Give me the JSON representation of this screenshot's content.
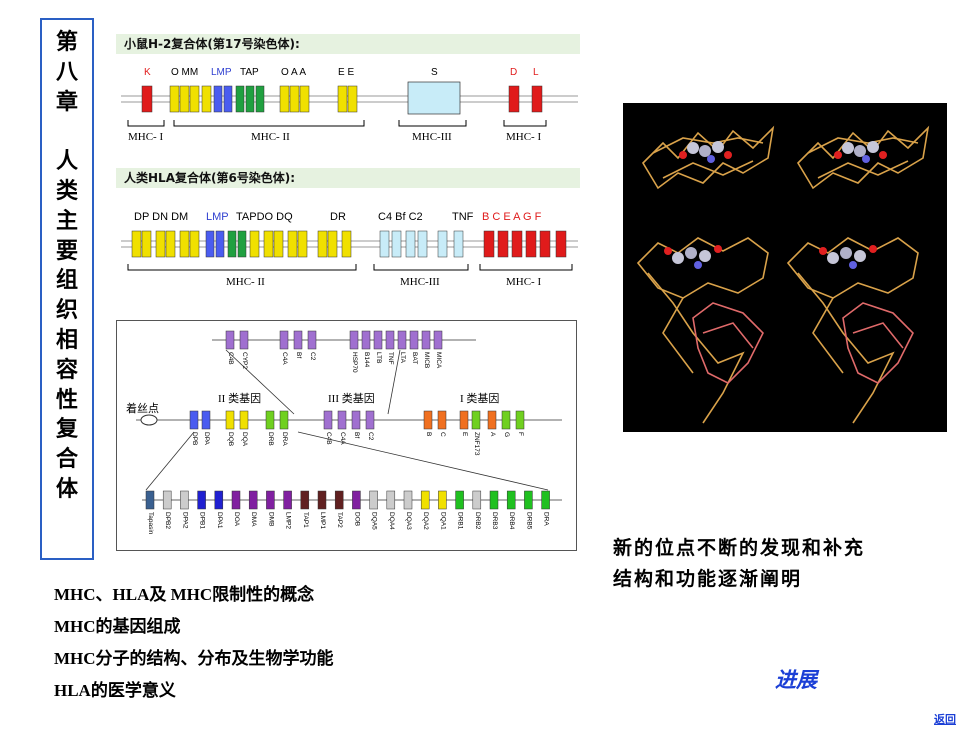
{
  "chapter": {
    "vertical_title": [
      "第",
      "八",
      "章",
      "",
      "人",
      "类",
      "主",
      "要",
      "组",
      "织",
      "相",
      "容",
      "性",
      "复",
      "合",
      "体"
    ]
  },
  "menu": {
    "items": [
      "MHC、HLA及 MHC限制性的概念",
      "MHC的基因组成",
      "MHC分子的结构、分布及生物学功能",
      "HLA的医学意义"
    ]
  },
  "notes": {
    "line1": "新的位点不断的发现和补充",
    "line2": "结构和功能逐渐阐明"
  },
  "links": {
    "progress": "进展",
    "back": "返回"
  },
  "diagram": {
    "mouse_header": "小鼠H-2复合体(第17号染色体):",
    "mouse_top_labels": [
      "K",
      "O MM LMP TAP",
      "O A A",
      "E E",
      "S",
      "D L"
    ],
    "mouse_groups": [
      "MHC- I",
      "MHC- II",
      "MHC-III",
      "MHC- I"
    ],
    "human_header": "人类HLA复合体(第6号染色体):",
    "human_top_labels": [
      "DP DN DM",
      "LMP",
      "TAPDO DQ",
      "DR",
      "C4  Bf C2",
      "TNF",
      "B C E A G F"
    ],
    "human_groups": [
      "MHC- II",
      "MHC-III",
      "MHC- I"
    ],
    "box_row1_genes": [
      "C4B",
      "CYP2",
      "C4A",
      "Bf",
      "C2",
      "HSP70",
      "B144",
      "LTB",
      "TNF",
      "LTA",
      "BAT",
      "MICB",
      "MICA"
    ],
    "box_class_labels": [
      "II 类基因",
      "III 类基因",
      "I 类基因"
    ],
    "centromere_label": "着丝点",
    "box_row2_genes": [
      "DPB",
      "DPA",
      "DQB",
      "DQA",
      "DRB",
      "DRA",
      "C4B",
      "C4A",
      "Bf",
      "C2",
      "B",
      "C",
      "E",
      "ZNF173",
      "A",
      "G",
      "F"
    ],
    "box_row3_genes": [
      "Tapasin",
      "DPB2",
      "DPA2",
      "DPB1",
      "DPA1",
      "DOA",
      "DMA",
      "DMB",
      "LMP2",
      "TAP1",
      "LMP1",
      "TAP2",
      "DOB",
      "DQA5",
      "DQA4",
      "DQA3",
      "DQA2",
      "DQA1",
      "DRB1",
      "DRB2",
      "DRB3",
      "DRB4",
      "DRB5",
      "DRA"
    ]
  },
  "colors": {
    "accent_blue": "#1b3fd6",
    "box_border": "#2a5fc4",
    "gene_red": "#e01b1b",
    "gene_yellow": "#f0e000",
    "gene_blue": "#4a5cf0",
    "gene_green": "#20a040",
    "gene_purple": "#a070d0",
    "gene_orange": "#f07020",
    "gene_lightgreen": "#70d020",
    "complement_lightblue": "#c8ecf8"
  }
}
